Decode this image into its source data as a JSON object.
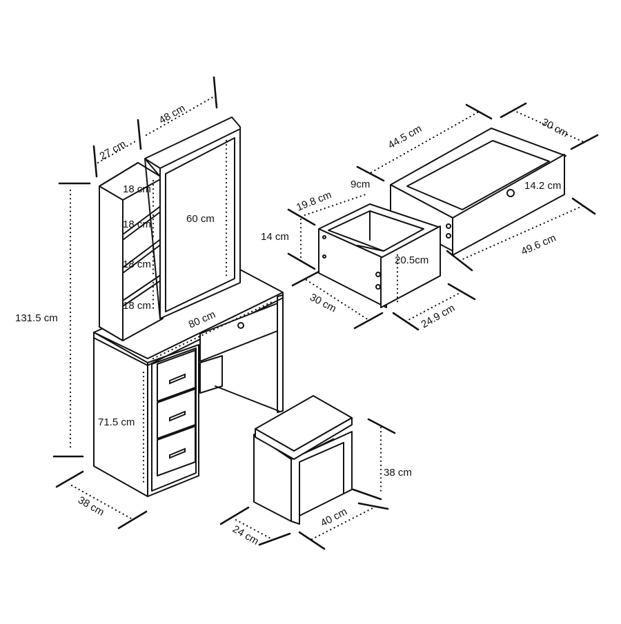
{
  "dimensions": {
    "total_height": "131.5 cm",
    "side_depth": "27 cm",
    "mirror_width": "48 cm",
    "shelf_1": "18 cm",
    "shelf_2": "18 cm",
    "shelf_3": "18 cm",
    "shelf_4": "18 cm",
    "mirror_height": "60 cm",
    "table_width": "80 cm",
    "table_height": "71.5 cm",
    "table_depth": "38 cm",
    "stool_height": "38 cm",
    "stool_width": "40 cm",
    "stool_depth": "24 cm",
    "large_drawer_length": "44.5 cm",
    "large_drawer_width": "30 cm",
    "large_drawer_height": "14.2 cm",
    "large_drawer_front": "49.6 cm",
    "small_drawer_length": "19.8 cm",
    "small_drawer_inner": "9cm",
    "small_drawer_height": "14 cm",
    "small_drawer_front_height": "20.5cm",
    "small_drawer_depth": "30 cm",
    "small_drawer_width": "24.9 cm"
  }
}
